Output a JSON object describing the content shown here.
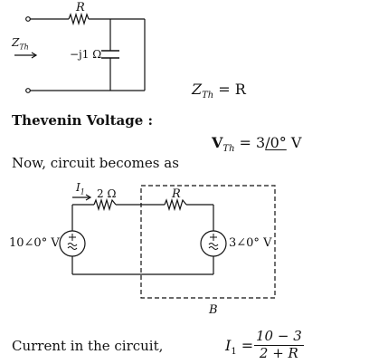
{
  "top_circuit": {
    "resistor_label": "R",
    "zth_arrow_label": "Z",
    "zth_arrow_sub": "Th",
    "capacitor_label": "−j1 Ω"
  },
  "zth_result": {
    "lhs": "Z",
    "sub": "Th",
    "eq": "= R"
  },
  "thevenin_heading": "Thevenin Voltage :",
  "vth_equation": {
    "lhs": "V",
    "sub": "Th",
    "eq": "= 3",
    "angle": "/0°",
    "unit": " V"
  },
  "now_text": "Now, circuit becomes as",
  "bottom_circuit": {
    "current_label": "I",
    "current_sub": "1",
    "resistor1_label": "2 Ω",
    "resistor2_label": "R",
    "source_left_label": "10∠0° V",
    "source_right_label": "3∠0° V",
    "box_label": "B"
  },
  "current_text": "Current in the circuit,",
  "current_equation": {
    "lhs": "I",
    "sub": "1",
    "eq": "=",
    "numerator": "10 − 3",
    "denominator": "2 + R"
  }
}
